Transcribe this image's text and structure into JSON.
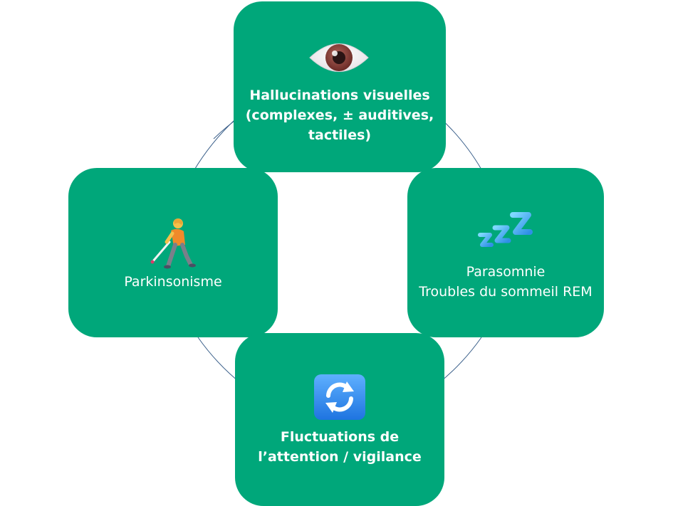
{
  "colors": {
    "card": "#00a77a",
    "ring": "#3a5f8a",
    "text": "#ffffff"
  },
  "cards": {
    "top": {
      "icon": "eye-icon",
      "lines": [
        "Hallucinations visuelles",
        "(complexes, ± auditives,",
        "tactiles)"
      ]
    },
    "right": {
      "icon": "sleeping-zzz-icon",
      "lines": [
        "Parasomnie",
        "Troubles du sommeil REM"
      ]
    },
    "left": {
      "icon": "person-with-cane-icon",
      "lines": [
        "Parkinsonisme"
      ]
    },
    "bottom": {
      "icon": "refresh-arrows-icon",
      "lines": [
        "Fluctuations de",
        "l’attention / vigilance"
      ]
    }
  }
}
